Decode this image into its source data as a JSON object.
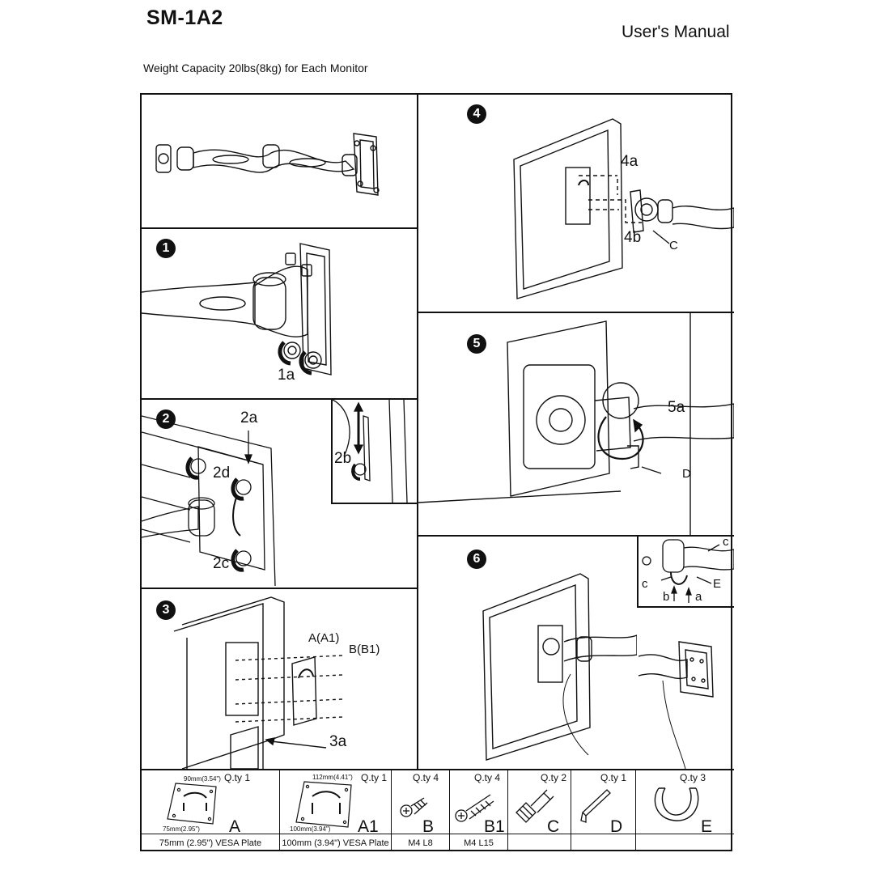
{
  "header": {
    "model": "SM-1A2",
    "manual_title": "User's Manual",
    "weight_capacity": "Weight Capacity 20lbs(8kg) for Each Monitor"
  },
  "steps": {
    "s1": {
      "num": "1",
      "callouts": [
        "1a"
      ]
    },
    "s2": {
      "num": "2",
      "callouts": [
        "2a",
        "2d",
        "2c",
        "2b"
      ]
    },
    "s3": {
      "num": "3",
      "callouts": [
        "A(A1)",
        "B(B1)",
        "3a"
      ]
    },
    "s4": {
      "num": "4",
      "callouts": [
        "4a",
        "4b",
        "C"
      ]
    },
    "s5": {
      "num": "5",
      "callouts": [
        "5a",
        "D"
      ]
    },
    "s6": {
      "num": "6",
      "callouts": [
        "c",
        "c",
        "E",
        "b",
        "a"
      ]
    }
  },
  "parts": [
    {
      "id": "A",
      "qty": "Q.ty 1",
      "desc": "75mm (2.95\") VESA Plate",
      "dim_top": "90mm(3.54\")",
      "dim_side": "75mm(2.95\")",
      "icon": "vesa-plate-75-icon"
    },
    {
      "id": "A1",
      "qty": "Q.ty 1",
      "desc": "100mm (3.94\") VESA Plate",
      "dim_top": "112mm(4.41\")",
      "dim_side": "100mm(3.94\")",
      "icon": "vesa-plate-100-icon"
    },
    {
      "id": "B",
      "qty": "Q.ty 4",
      "desc": "M4 L8",
      "icon": "short-screw-icon"
    },
    {
      "id": "B1",
      "qty": "Q.ty 4",
      "desc": "M4 L15",
      "icon": "long-screw-icon"
    },
    {
      "id": "C",
      "qty": "Q.ty 2",
      "desc": "",
      "icon": "thumb-screw-icon"
    },
    {
      "id": "D",
      "qty": "Q.ty 1",
      "desc": "",
      "icon": "allen-key-icon"
    },
    {
      "id": "E",
      "qty": "Q.ty 3",
      "desc": "",
      "icon": "cable-clip-icon"
    }
  ]
}
